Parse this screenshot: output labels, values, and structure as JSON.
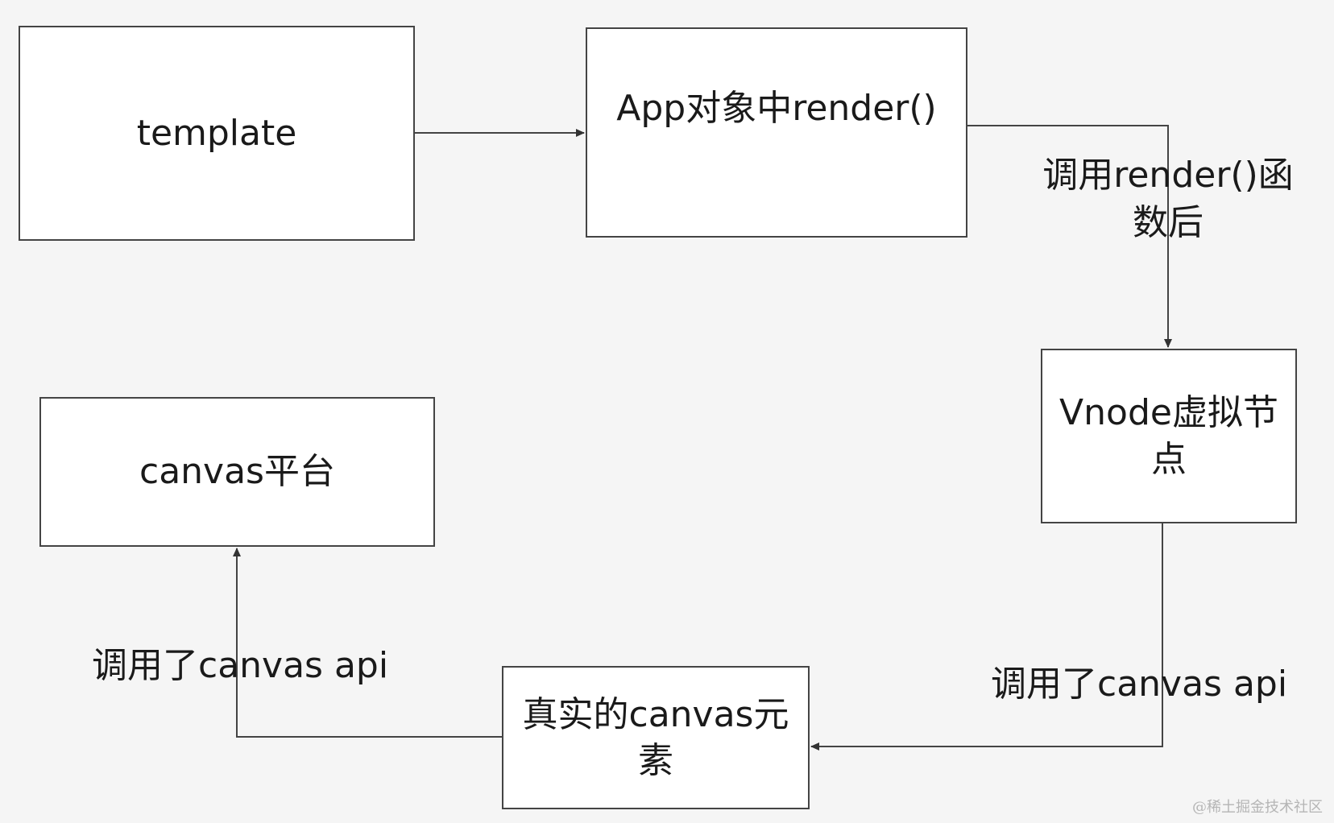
{
  "nodes": {
    "template": "template",
    "app_render": "App对象中render()",
    "vnode": "Vnode虚拟节点",
    "canvas_element": "真实的canvas元素",
    "canvas_platform": "canvas平台"
  },
  "edge_labels": {
    "after_render": "调用render()函数后",
    "call_canvas_api_right": "调用了canvas api",
    "call_canvas_api_left": "调用了canvas api"
  },
  "watermark": "@稀土掘金技术社区",
  "colors": {
    "background": "#f5f5f5",
    "box_fill": "#ffffff",
    "line": "#444444",
    "text": "#1a1a1a"
  }
}
